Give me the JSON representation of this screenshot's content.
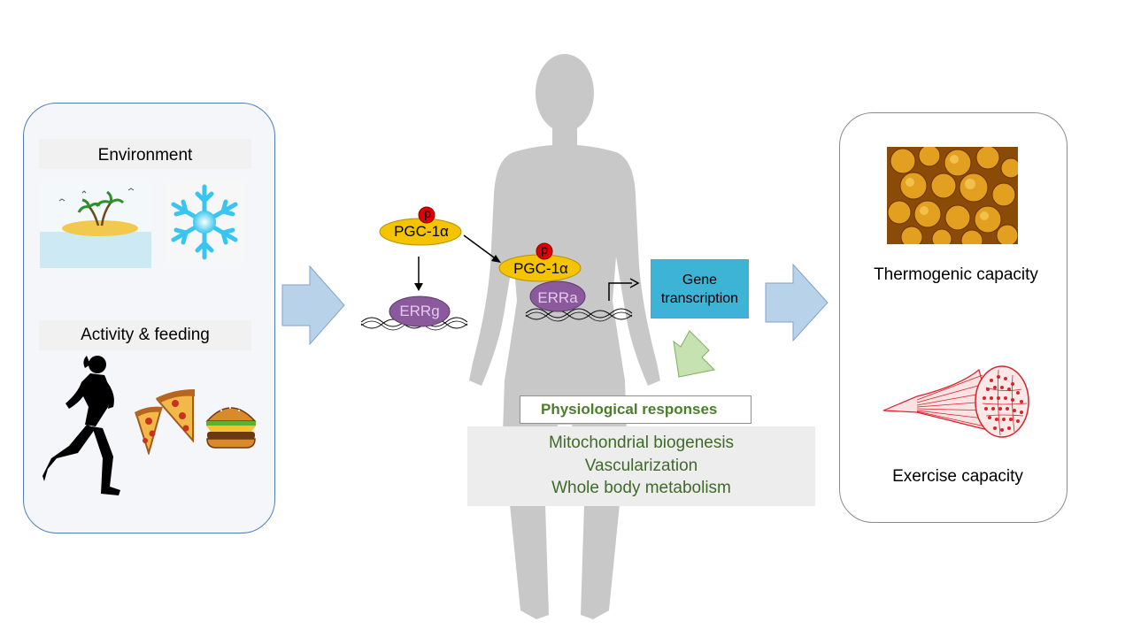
{
  "environment": {
    "title": "Environment",
    "icons": [
      "island-icon",
      "snowflake-icon"
    ]
  },
  "activity": {
    "title": "Activity & feeding",
    "icons": [
      "runner-icon",
      "pizza-icon",
      "burger-icon"
    ]
  },
  "pathway": {
    "pgc_label": "PGC-1α",
    "phospho_label": "p",
    "errg_label": "ERRg",
    "erra_label": "ERRa",
    "gene_line1": "Gene",
    "gene_line2": "transcription"
  },
  "responses": {
    "title": "Physiological responses",
    "items": [
      "Mitochondrial biogenesis",
      "Vascularization",
      "Whole body metabolism"
    ]
  },
  "outcomes": {
    "thermogenic": "Thermogenic  capacity",
    "exercise": "Exercise capacity"
  },
  "colors": {
    "panel_border": "#4f7fb8",
    "pgc_fill": "#f5c400",
    "phospho_fill": "#e00000",
    "err_fill": "#8a5a9c",
    "gene_box": "#3db4d6",
    "arrow_blue": "#b8d2ea",
    "arrow_green": "#c6e2b0",
    "response_text": "#3e6b2a"
  }
}
